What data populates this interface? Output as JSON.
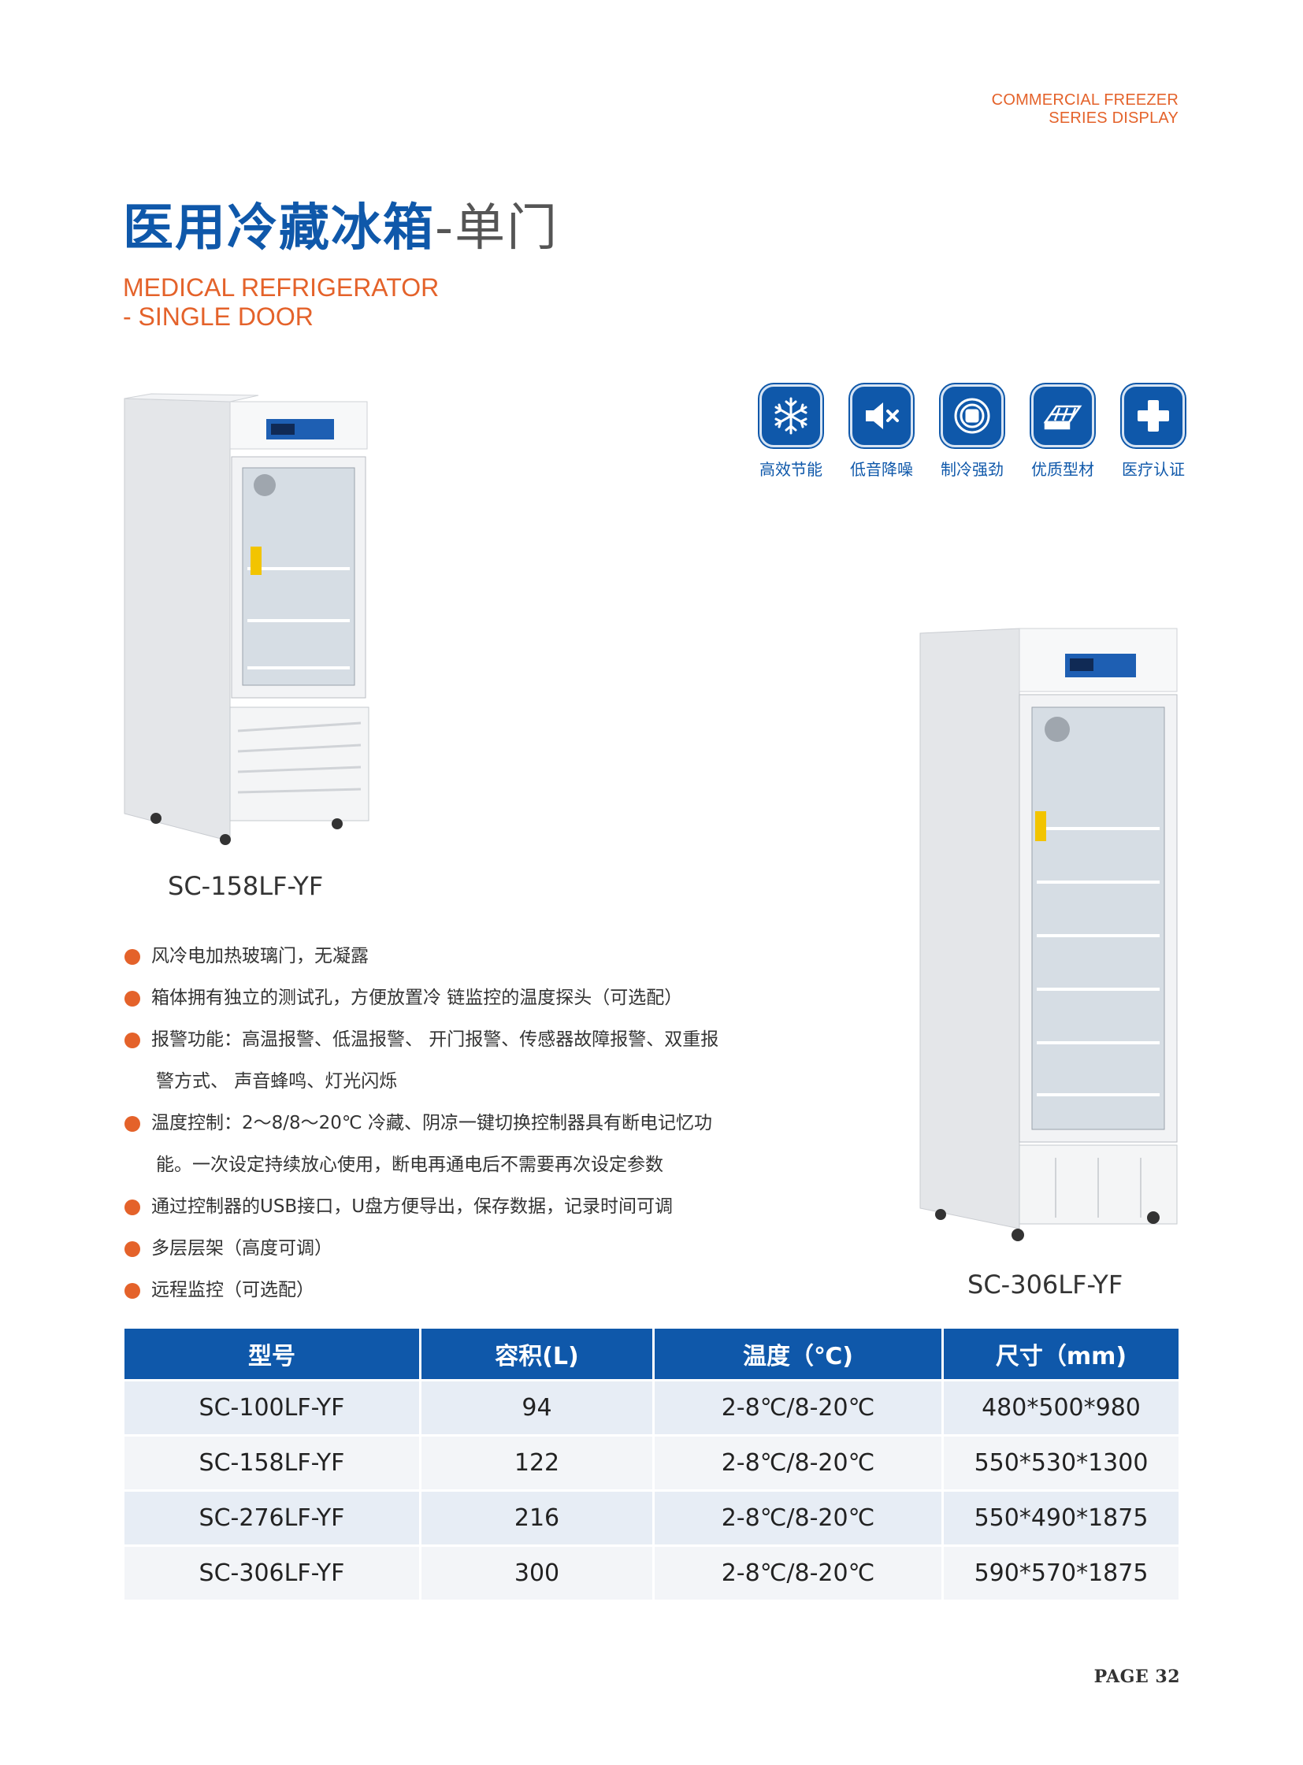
{
  "header": {
    "series_line1": "COMMERCIAL FREEZER",
    "series_line2": "SERIES DISPLAY"
  },
  "title": {
    "cn_main": "医用冷藏冰箱",
    "cn_sub": "-单门",
    "en_line1": "MEDICAL REFRIGERATOR",
    "en_line2": "- SINGLE DOOR"
  },
  "features": [
    {
      "icon": "snowflake-icon",
      "label": "高效节能"
    },
    {
      "icon": "mute-speaker-icon",
      "label": "低音降噪"
    },
    {
      "icon": "compressor-icon",
      "label": "制冷强劲"
    },
    {
      "icon": "material-panel-icon",
      "label": "优质型材"
    },
    {
      "icon": "medical-cross-icon",
      "label": "医疗认证"
    }
  ],
  "products": [
    {
      "model": "SC-158LF-YF"
    },
    {
      "model": "SC-306LF-YF"
    }
  ],
  "bullets": [
    {
      "text": "风冷电加热玻璃门，无凝露"
    },
    {
      "text": "箱体拥有独立的测试孔，方便放置冷 链监控的温度探头（可选配）"
    },
    {
      "text": "报警功能：高温报警、低温报警、 开门报警、传感器故障报警、双重报"
    },
    {
      "text": "警方式、 声音蜂鸣、灯光闪烁",
      "continuation": true
    },
    {
      "text": "温度控制：2～8/8～20℃   冷藏、阴凉一键切换控制器具有断电记忆功"
    },
    {
      "text": "能。一次设定持续放心使用，断电再通电后不需要再次设定参数",
      "continuation": true
    },
    {
      "text": "通过控制器的USB接口，U盘方便导出，保存数据，记录时间可调"
    },
    {
      "text": "多层层架（高度可调）"
    },
    {
      "text": "远程监控（可选配）"
    }
  ],
  "spec_table": {
    "headers": [
      "型号",
      "容积(L)",
      "温度（℃)",
      "尺寸（mm)"
    ],
    "rows": [
      [
        "SC-100LF-YF",
        "94",
        "2-8℃/8-20℃",
        "480*500*980"
      ],
      [
        "SC-158LF-YF",
        "122",
        "2-8℃/8-20℃",
        "550*530*1300"
      ],
      [
        "SC-276LF-YF",
        "216",
        "2-8℃/8-20℃",
        "550*490*1875"
      ],
      [
        "SC-306LF-YF",
        "300",
        "2-8℃/8-20℃",
        "590*570*1875"
      ]
    ]
  },
  "footer": {
    "page": "PAGE 32"
  },
  "colors": {
    "brand_blue": "#0f58aa",
    "accent_orange": "#e4622a"
  }
}
